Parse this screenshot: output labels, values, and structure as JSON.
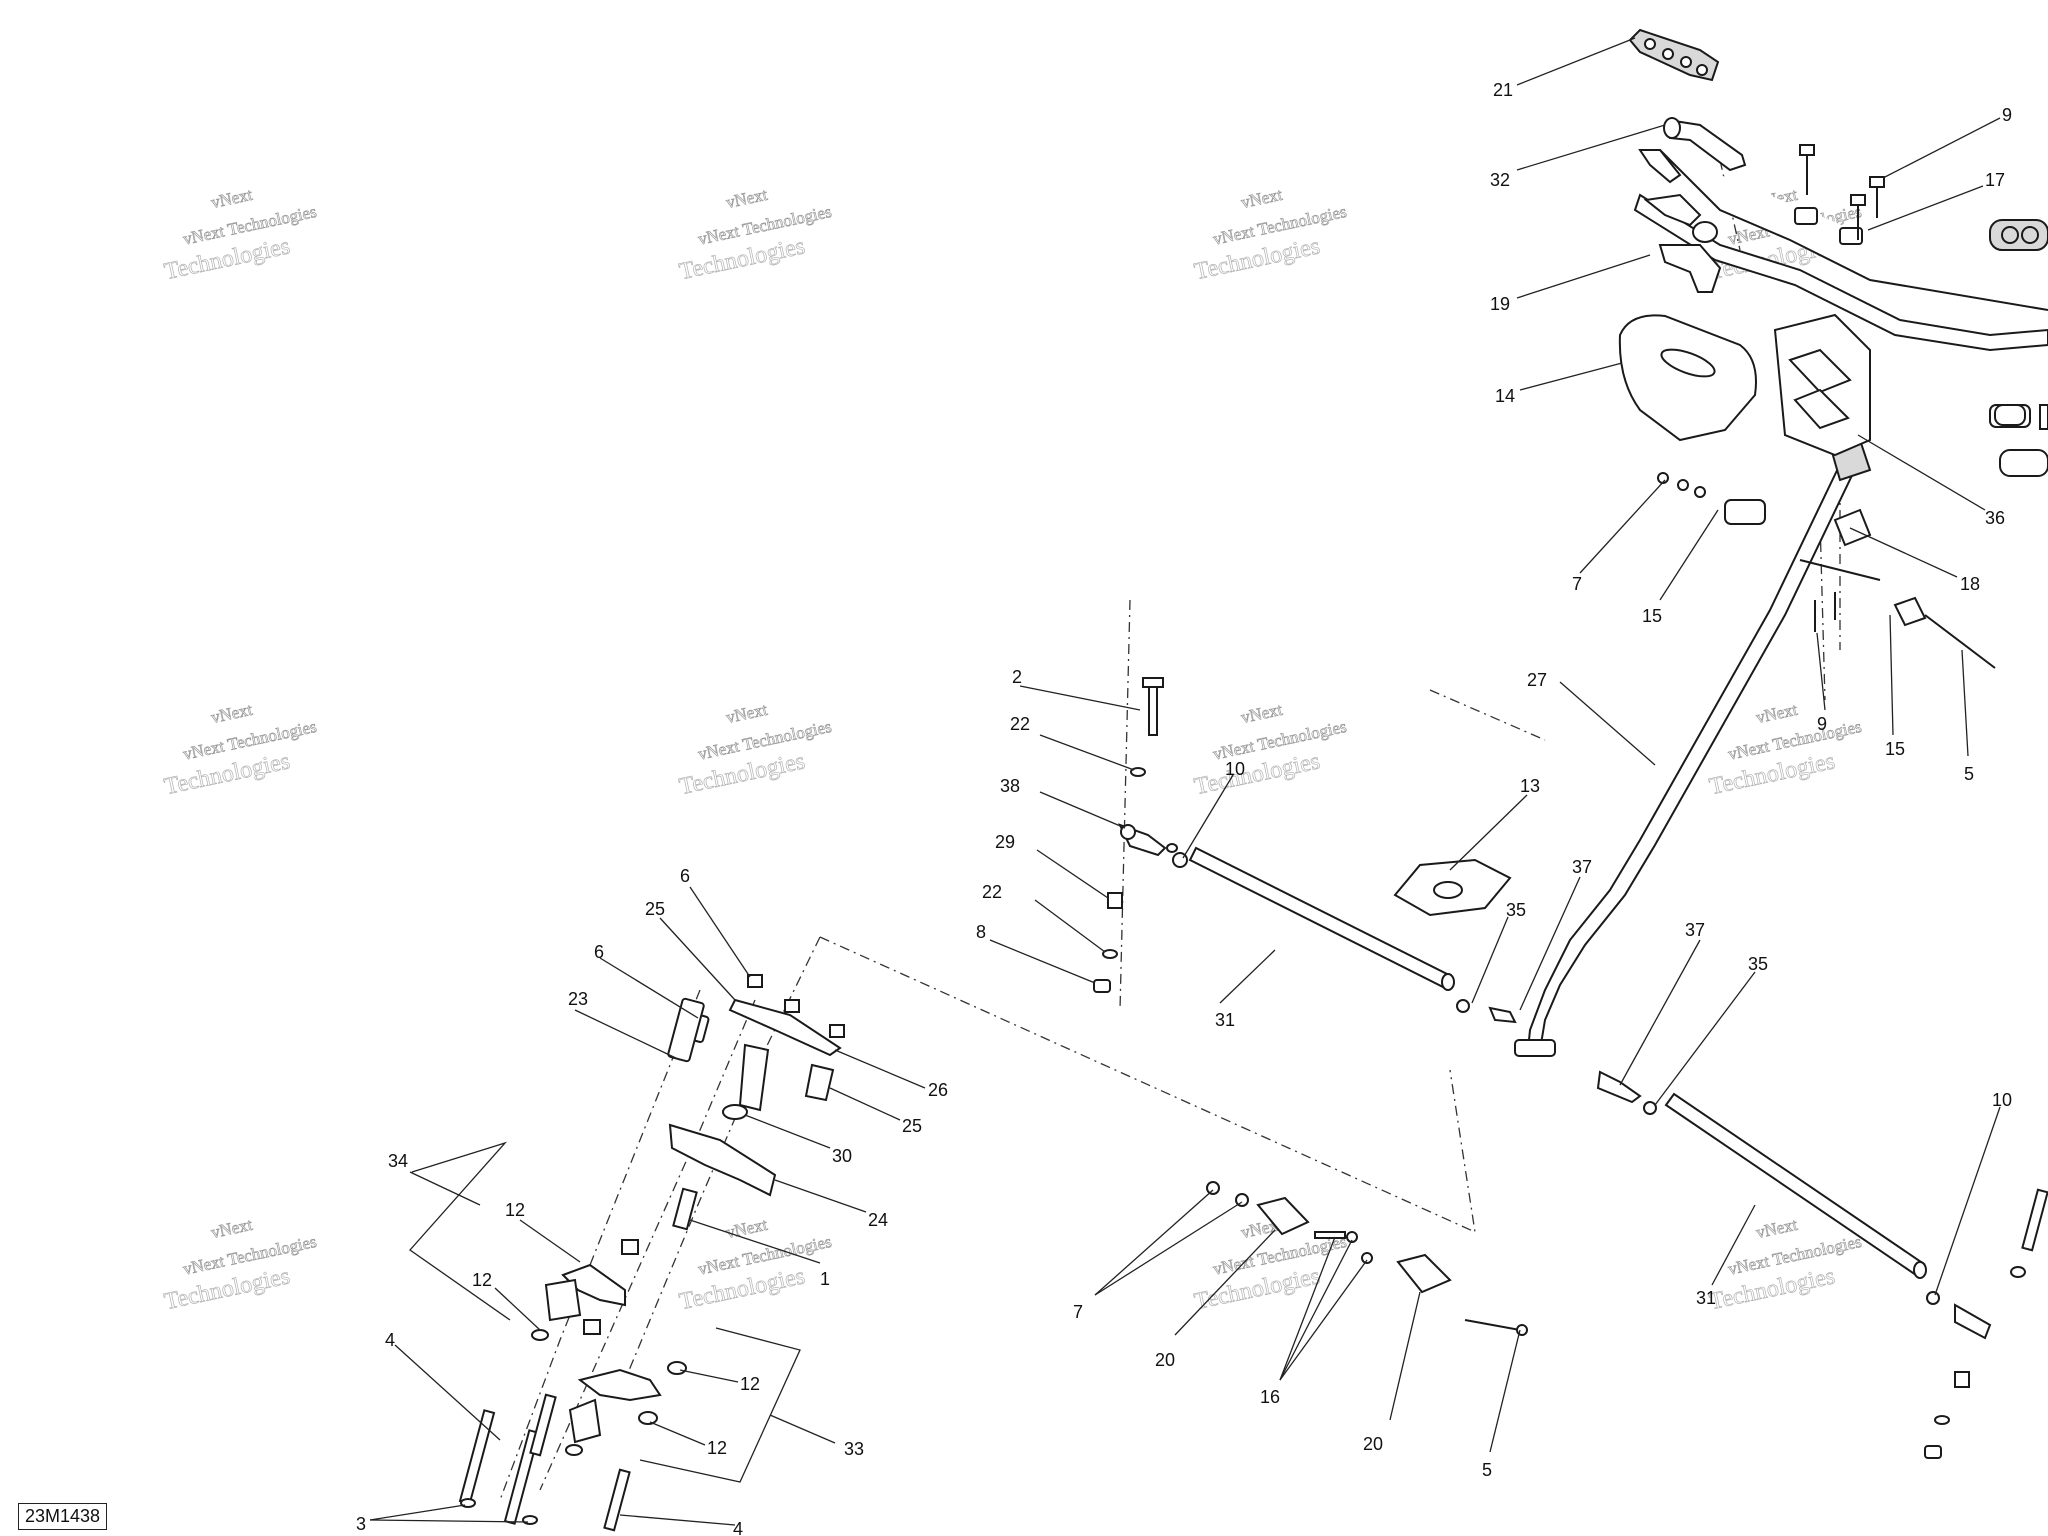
{
  "diagram_code": "23M1438",
  "watermark": {
    "line1": "vNext",
    "line2": "vNext Technologies",
    "line3": "Technologies"
  },
  "labels": {
    "l2": "2",
    "l22a": "22",
    "l38": "38",
    "l29": "29",
    "l22b": "22",
    "l8": "8",
    "l10a": "10",
    "l13": "13",
    "l31a": "31",
    "l37a": "37",
    "l35a": "35",
    "l27": "27",
    "l21": "21",
    "l32": "32",
    "l19": "19",
    "l14": "14",
    "l9a": "9",
    "l17": "17",
    "l36": "36",
    "l18": "18",
    "l7a": "7",
    "l15a": "15",
    "l9b": "9",
    "l15b": "15",
    "l5a": "5",
    "l6a": "6",
    "l25a": "25",
    "l6b": "6",
    "l23": "23",
    "l26": "26",
    "l25b": "25",
    "l30": "30",
    "l24": "24",
    "l1": "1",
    "l34": "34",
    "l12a": "12",
    "l12b": "12",
    "l12c": "12",
    "l12d": "12",
    "l33": "33",
    "l4a": "4",
    "l4b": "4",
    "l3": "3",
    "l7b": "7",
    "l20a": "20",
    "l16": "16",
    "l20b": "20",
    "l5b": "5",
    "l37b": "37",
    "l35b": "35",
    "l31b": "31",
    "l10b": "10"
  }
}
